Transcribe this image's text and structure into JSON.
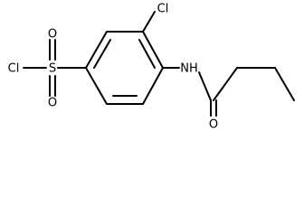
{
  "molecule": {
    "atoms": {
      "cl_sulfonyl": "Cl",
      "sulfur": "S",
      "oxygen_top": "O",
      "oxygen_bottom": "O",
      "cl_ring": "Cl",
      "nitrogen_h": "NH",
      "oxygen_carbonyl": "O"
    },
    "colors": {
      "bonds": "#000000",
      "labels": "#000000",
      "background": "#ffffff"
    }
  }
}
